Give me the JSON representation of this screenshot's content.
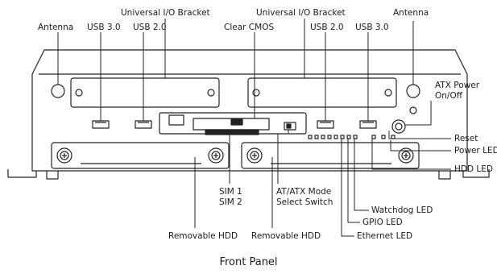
{
  "labels": {
    "antenna_left": "Antenna",
    "antenna_right": "Antenna",
    "usb30_left": "USB 3.0",
    "usb20_left": "USB 2.0",
    "usb20_right": "USB 2.0",
    "usb30_right": "USB 3.0",
    "io_bracket_left": "Universal I/O Bracket",
    "io_bracket_right": "Universal I/O Bracket",
    "clear_cmos": "Clear CMOS",
    "atx_power": "ATX Power\nOn/Off",
    "reset": "Reset",
    "power_led": "Power LED",
    "hdd_led": "HDD LED",
    "sim": "SIM 1\nSIM 2",
    "mode_switch": "AT/ATX Mode\nSelect Switch",
    "watchdog_led": "Watchdog LED",
    "gpio_led": "GPIO LED",
    "ethernet_led": "Ethernet LED",
    "hdd_left": "Removable HDD",
    "hdd_right": "Removable HDD"
  },
  "caption": "Front Panel",
  "colors": {
    "line": "#222222",
    "fill": "#ffffff",
    "dark": "#1a1a1a"
  }
}
